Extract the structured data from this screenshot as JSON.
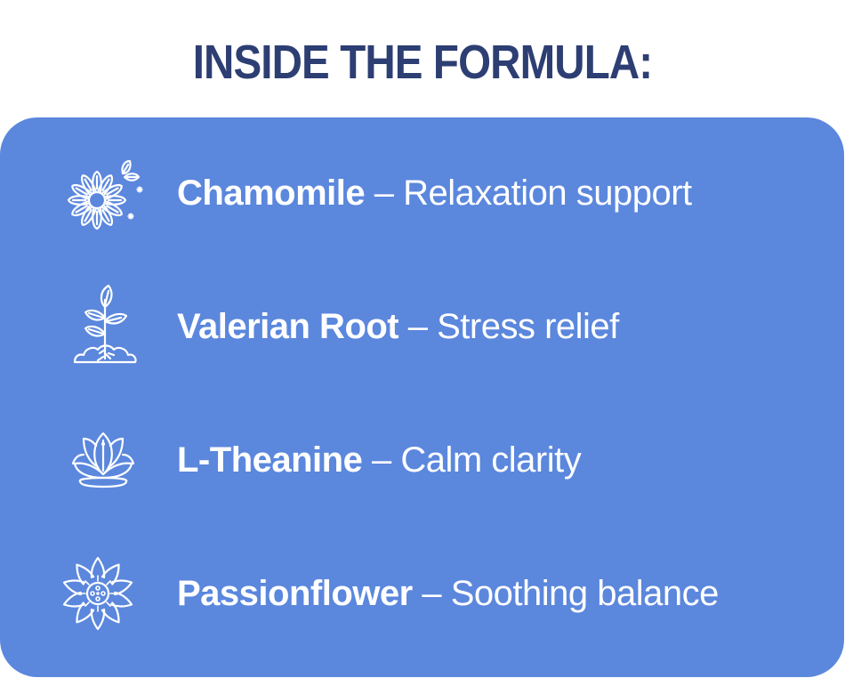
{
  "header": {
    "title": "INSIDE THE FORMULA:"
  },
  "colors": {
    "title": "#2D3E73",
    "card": "#5B87DD",
    "text": "#FFFFFF",
    "background": "#FFFFFF"
  },
  "ingredients": [
    {
      "icon": "chamomile-flower-icon",
      "name": "Chamomile",
      "separator": " – ",
      "benefit": "Relaxation support"
    },
    {
      "icon": "sprouting-plant-icon",
      "name": "Valerian Root",
      "separator": " – ",
      "benefit": "Stress relief"
    },
    {
      "icon": "lotus-icon",
      "name": "L-Theanine",
      "separator": " – ",
      "benefit": "Calm clarity"
    },
    {
      "icon": "passionflower-icon",
      "name": "Passionflower",
      "separator": " – ",
      "benefit": "Soothing balance"
    }
  ]
}
